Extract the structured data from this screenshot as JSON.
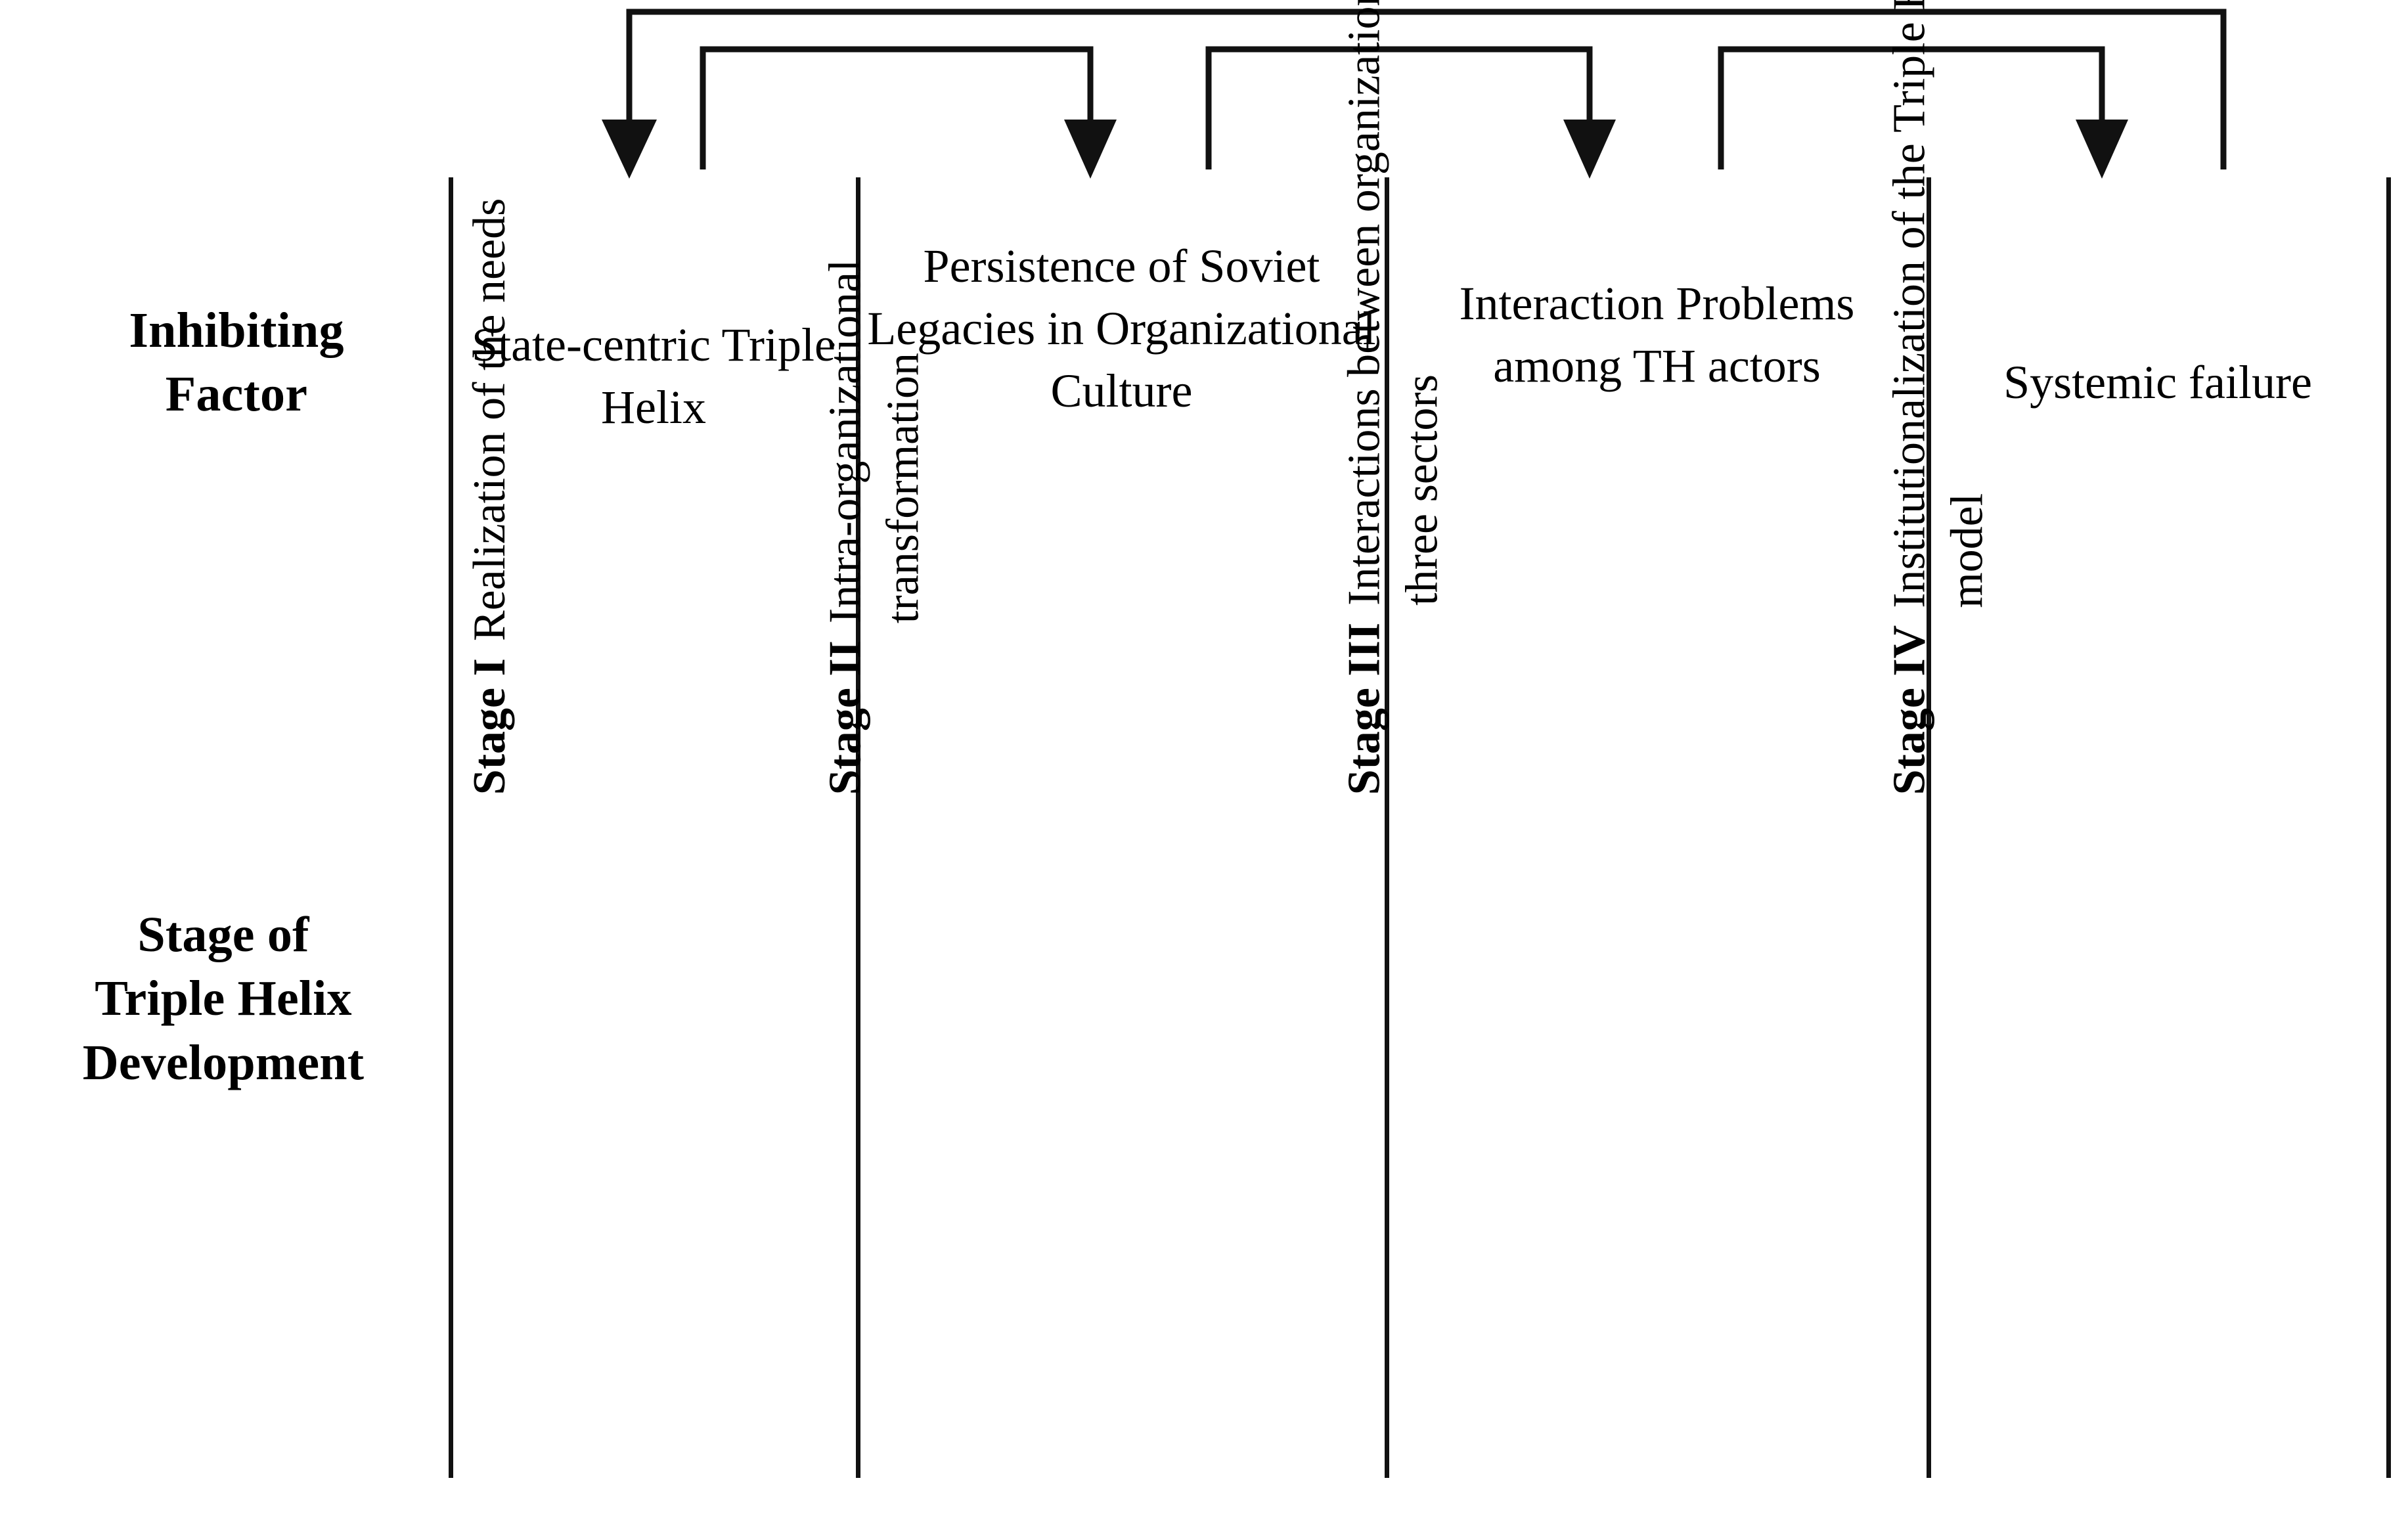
{
  "diagram": {
    "rows": [
      {
        "id": "inhibiting-factor",
        "label": "Inhibiting\nFactor"
      },
      {
        "id": "stage-of-th-development",
        "label": "Stage of\nTriple Helix\nDevelopment"
      }
    ],
    "row_labels": {
      "inhibiting_factor_line1": "Inhibiting",
      "inhibiting_factor_line2": "Factor",
      "stage_line1": "Stage of",
      "stage_line2": "Triple Helix",
      "stage_line3": "Development"
    },
    "columns": [
      {
        "stage_number": "Stage I",
        "stage_description": "Realization of the needs",
        "inhibiting_factor": "State-centric Triple Helix"
      },
      {
        "stage_number": "Stage II",
        "stage_description": "Intra-organizational transformation",
        "inhibiting_factor": "Persistence of Soviet Legacies in Organizational Culture"
      },
      {
        "stage_number": "Stage III",
        "stage_description": "Interactions between organizations in the three sectors",
        "inhibiting_factor": "Interaction Problems among TH actors"
      },
      {
        "stage_number": "Stage IV",
        "stage_description": "Institutionalization of the Triple Helix model",
        "inhibiting_factor": "Systemic failure"
      }
    ],
    "connectors": [
      {
        "id": "feedback-from-col4-to-col1",
        "from_column": 4,
        "to_column": 1,
        "arrow": "down",
        "level": 1
      },
      {
        "id": "feedback-from-col3-to-col2",
        "from_column": 3,
        "to_column": 2,
        "arrow": "down",
        "level": 2
      },
      {
        "id": "feedback-from-col4-to-col3",
        "from_column": 4,
        "to_column": 3,
        "arrow": "down",
        "level": 2
      },
      {
        "id": "feedback-to-col4",
        "from_column": 4,
        "to_column": 4,
        "arrow": "down",
        "level": 2
      }
    ],
    "colors": {
      "line": "#111111",
      "text": "#000000",
      "background": "#ffffff"
    }
  }
}
